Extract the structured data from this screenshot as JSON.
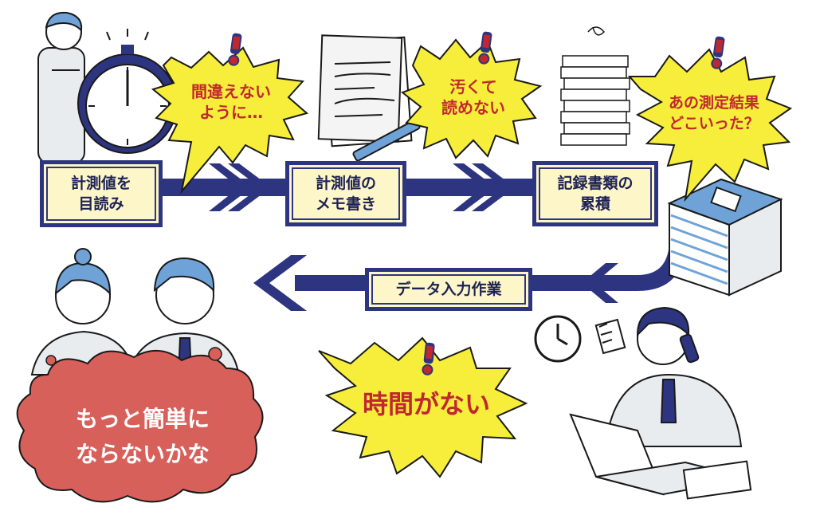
{
  "colors": {
    "navy": "#2e3580",
    "box_fill": "#fdf6c8",
    "burst_yellow": "#f6ee3a",
    "alert_red": "#c0282f",
    "cloud_red": "#d8605a",
    "skin": "#ffffff",
    "hair_blue": "#6fa3d8"
  },
  "process": {
    "step1": {
      "line1": "計測値を",
      "line2": "目読み"
    },
    "step2": {
      "line1": "計測値の",
      "line2": "メモ書き"
    },
    "step3": {
      "line1": "記録書類の",
      "line2": "累積"
    },
    "return_step": "データ入力作業"
  },
  "bursts": {
    "b1": {
      "line1": "間違えない",
      "line2": "ように…"
    },
    "b2": {
      "line1": "汚くて",
      "line2": "読めない"
    },
    "b3": {
      "line1": "あの測定結果",
      "line2": "どこいった？"
    },
    "b4": {
      "line1": "時間がない"
    }
  },
  "cloud": {
    "line1": "もっと簡単に",
    "line2": "ならないかな"
  },
  "icons": [
    "stopwatch-icon",
    "exclamation-icon",
    "clock-icon",
    "document-icon",
    "pen-icon",
    "paper-stack-icon",
    "binder-stack-icon",
    "laptop-icon",
    "phone-icon"
  ]
}
